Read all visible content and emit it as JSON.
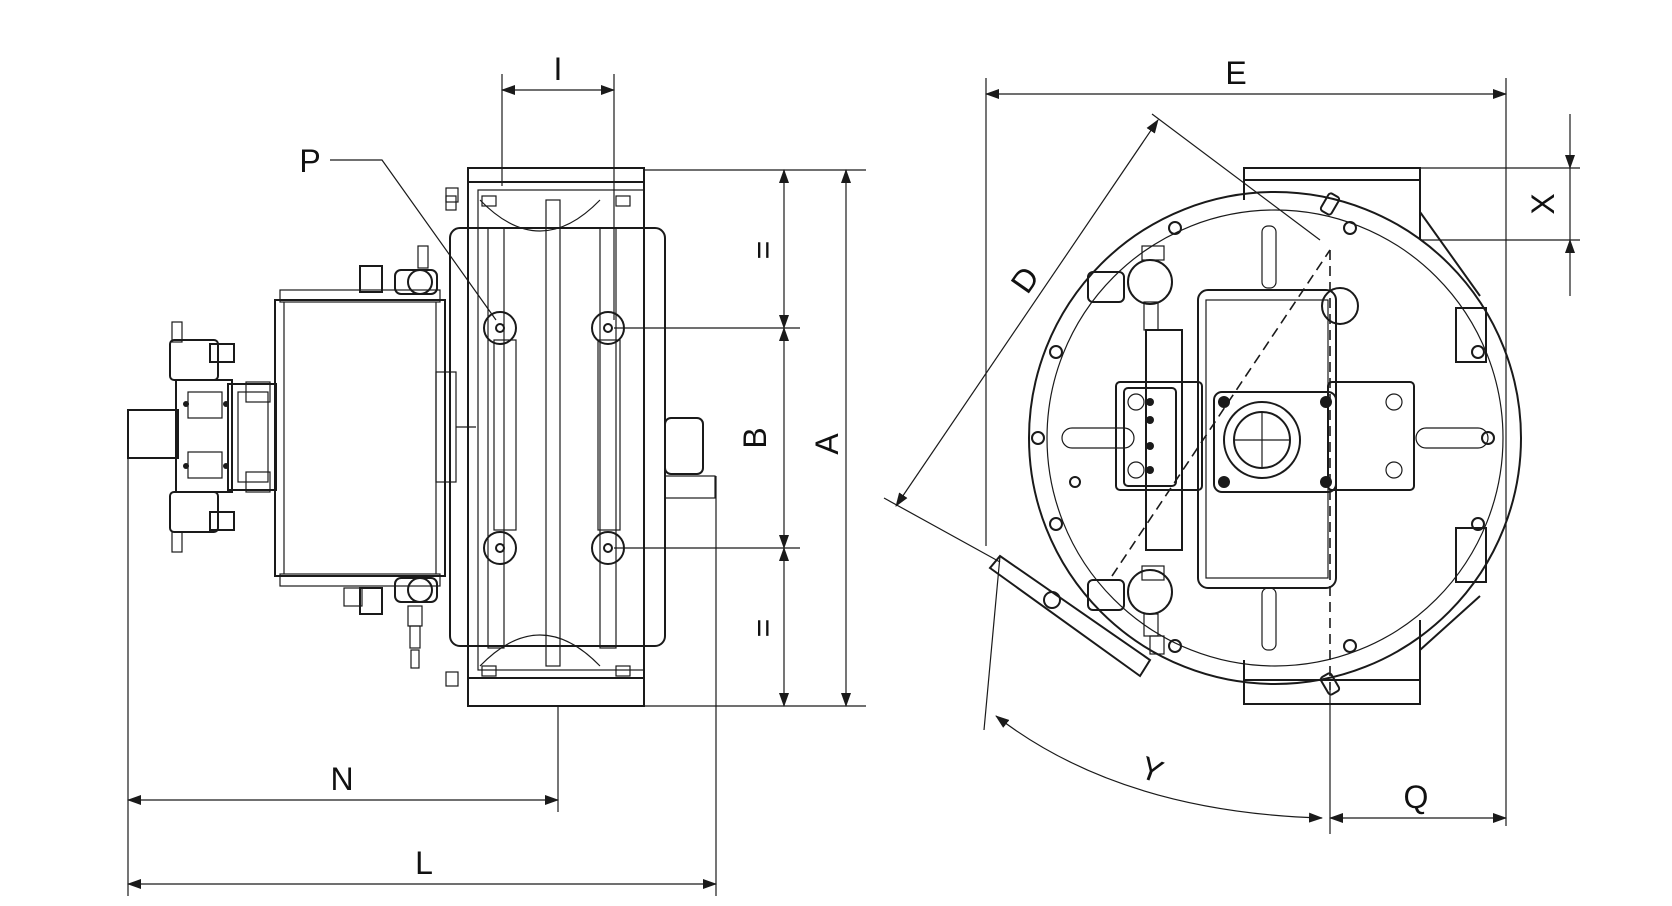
{
  "diagram": {
    "labels": {
      "A": "A",
      "B": "B",
      "D": "D",
      "E": "E",
      "I": "I",
      "L": "L",
      "N": "N",
      "P": "P",
      "Q": "Q",
      "X": "X",
      "Y": "Y",
      "eq_top": "=",
      "eq_bottom": "="
    },
    "colors": {
      "line": "#1a1a1a",
      "background": "#ffffff"
    }
  }
}
